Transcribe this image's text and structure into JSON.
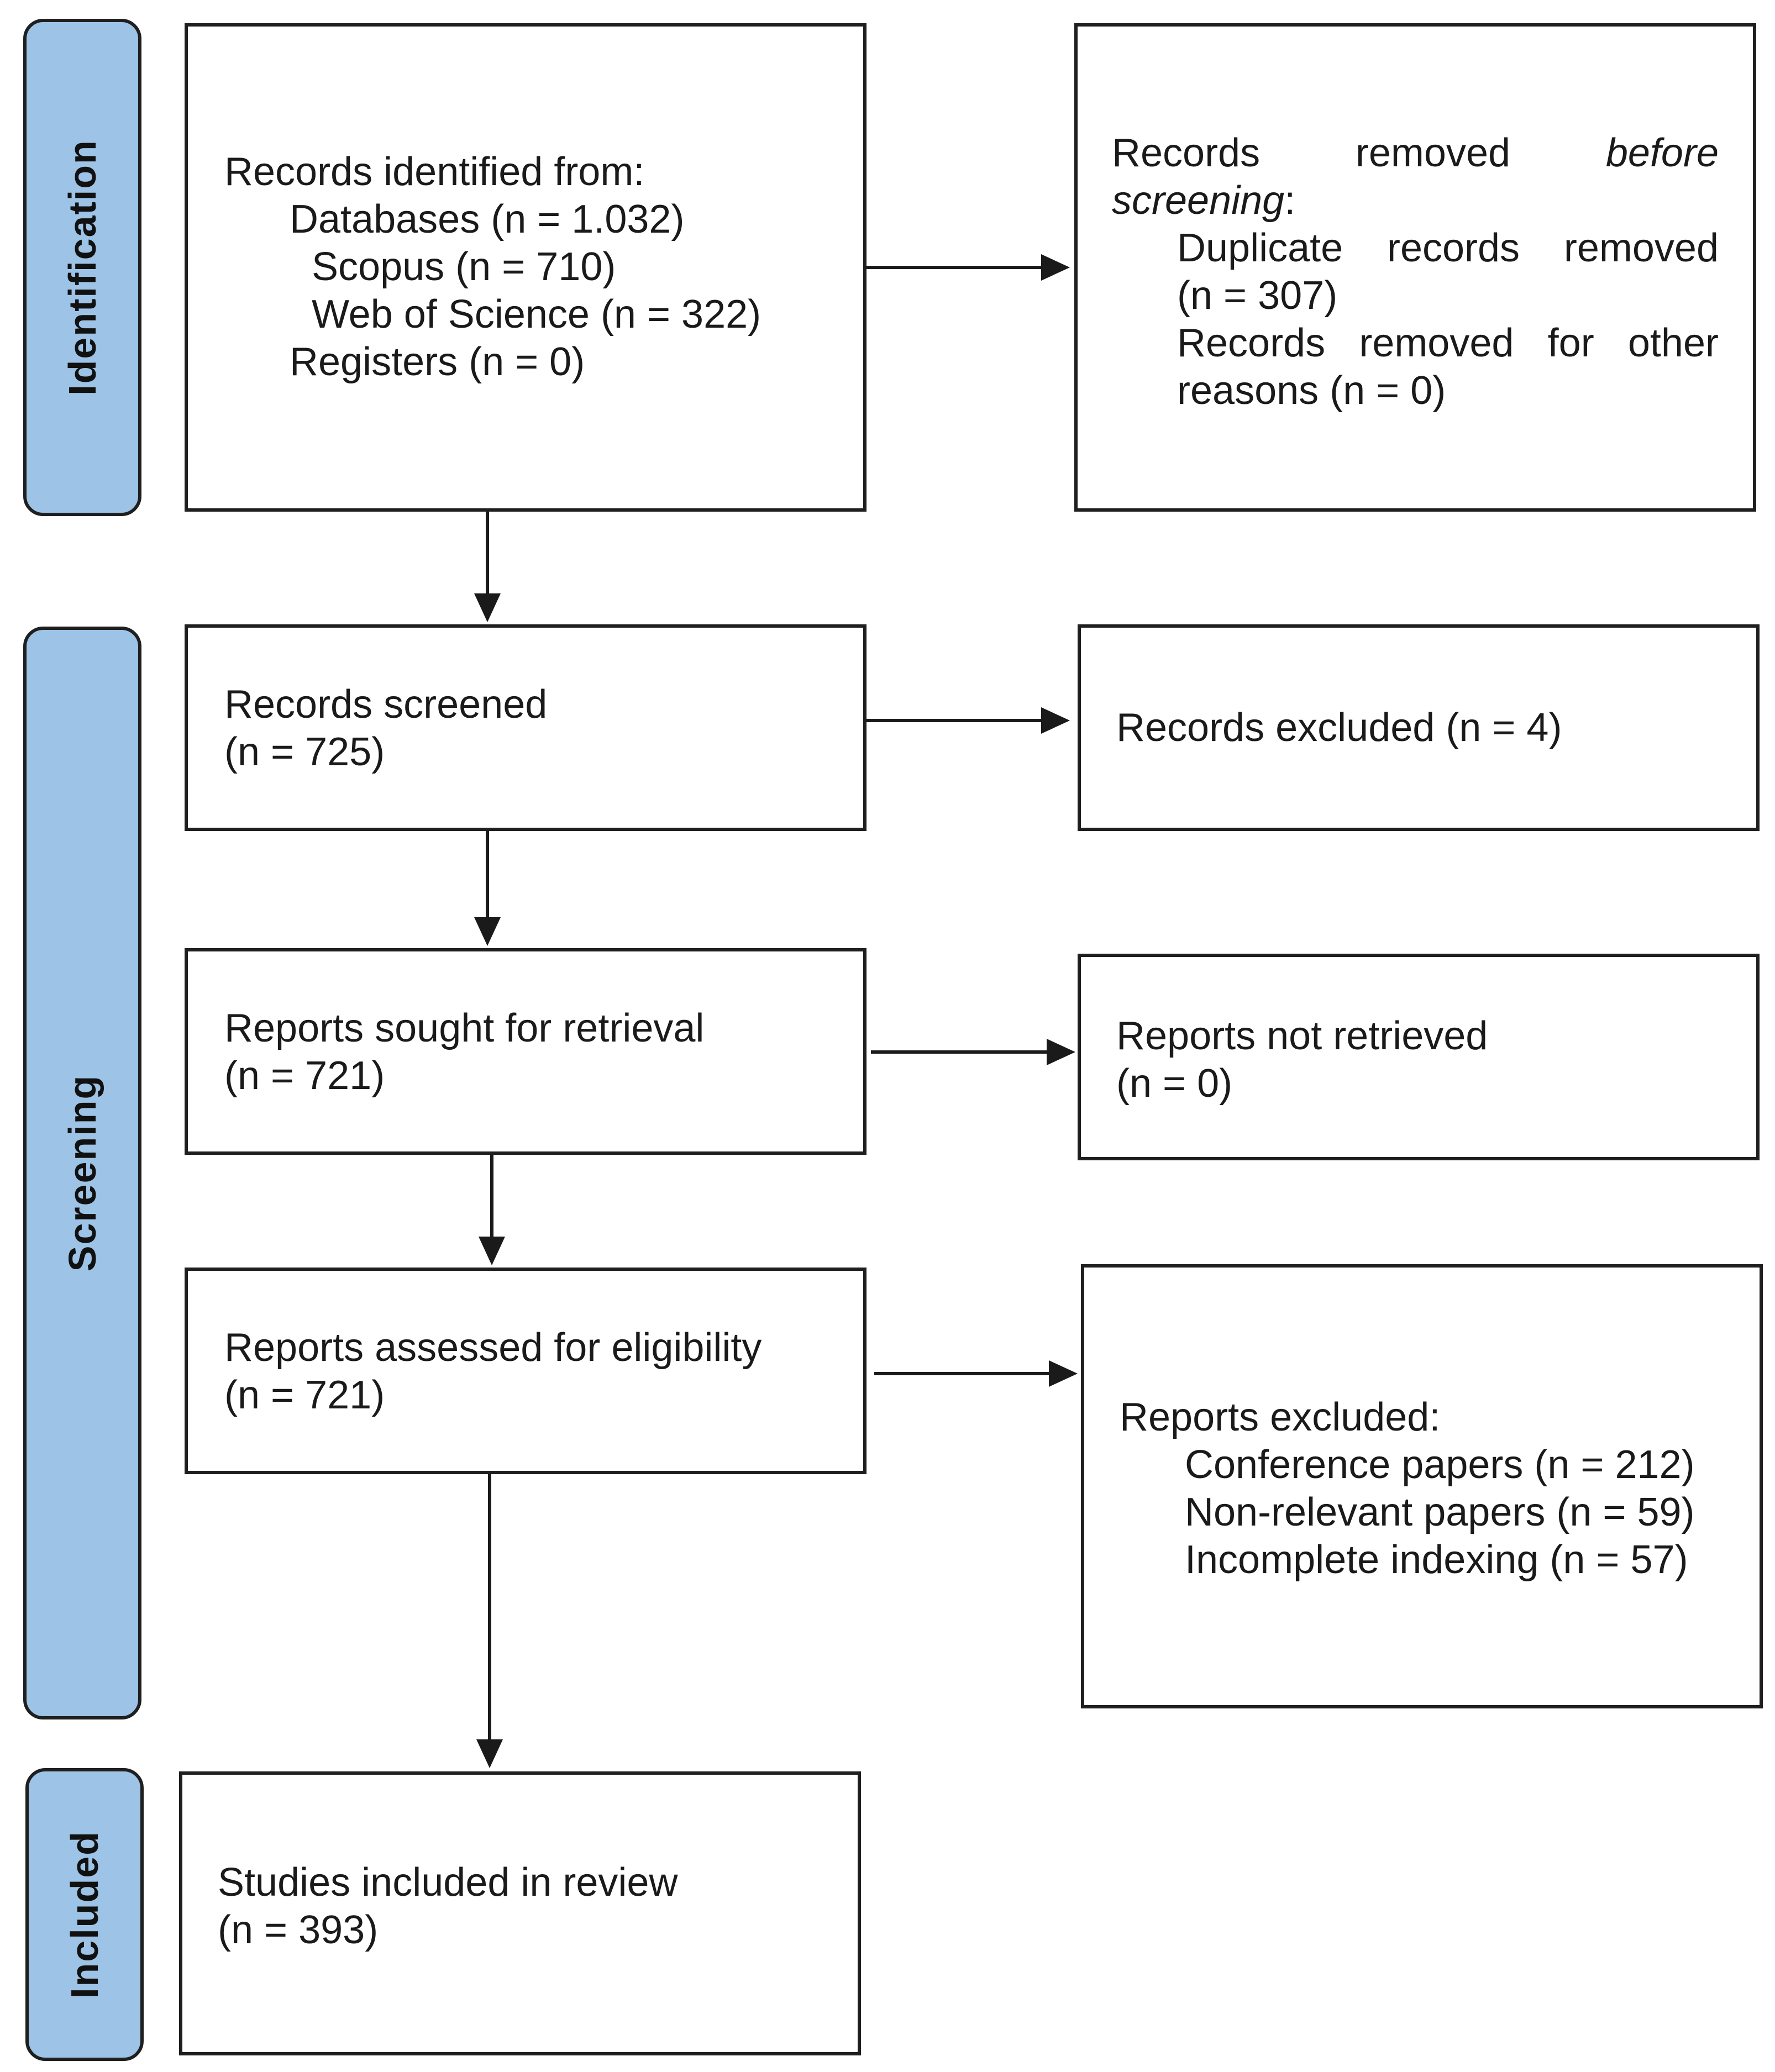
{
  "phases": {
    "identification": "Identification",
    "screening": "Screening",
    "included": "Included"
  },
  "identified": {
    "heading": "Records identified from:",
    "databases": "Databases (n = 1.032)",
    "scopus": "Scopus (n = 710)",
    "wos": "Web of Science (n = 322)",
    "registers": "Registers (n = 0)"
  },
  "removed": {
    "w1": "Records",
    "w2": "removed",
    "w3": "before",
    "w4": "screening",
    "w4_suffix": ":",
    "dup_a": "Duplicate",
    "dup_b": "records",
    "dup_c": "removed",
    "dup_count": "(n = 307)",
    "other_a": "Records",
    "other_b": "removed",
    "other_c": "for",
    "other_d": "other",
    "other_tail": "reasons (n = 0)"
  },
  "screened": {
    "label": "Records screened",
    "count": "(n = 725)"
  },
  "excluded": {
    "label": "Records excluded (n = 4)"
  },
  "sought": {
    "label": "Reports sought for retrieval",
    "count": "(n = 721)"
  },
  "not_retrieved": {
    "label": "Reports not retrieved",
    "count": "(n = 0)"
  },
  "assessed": {
    "label": "Reports assessed for eligibility",
    "count": "(n = 721)"
  },
  "reports_excluded": {
    "heading": "Reports excluded:",
    "conference": "Conference papers (n = 212)",
    "nonrelevant": "Non-relevant papers (n = 59)",
    "incomplete": "Incomplete indexing (n = 57)"
  },
  "included": {
    "label": "Studies included in review",
    "count": "(n = 393)"
  }
}
